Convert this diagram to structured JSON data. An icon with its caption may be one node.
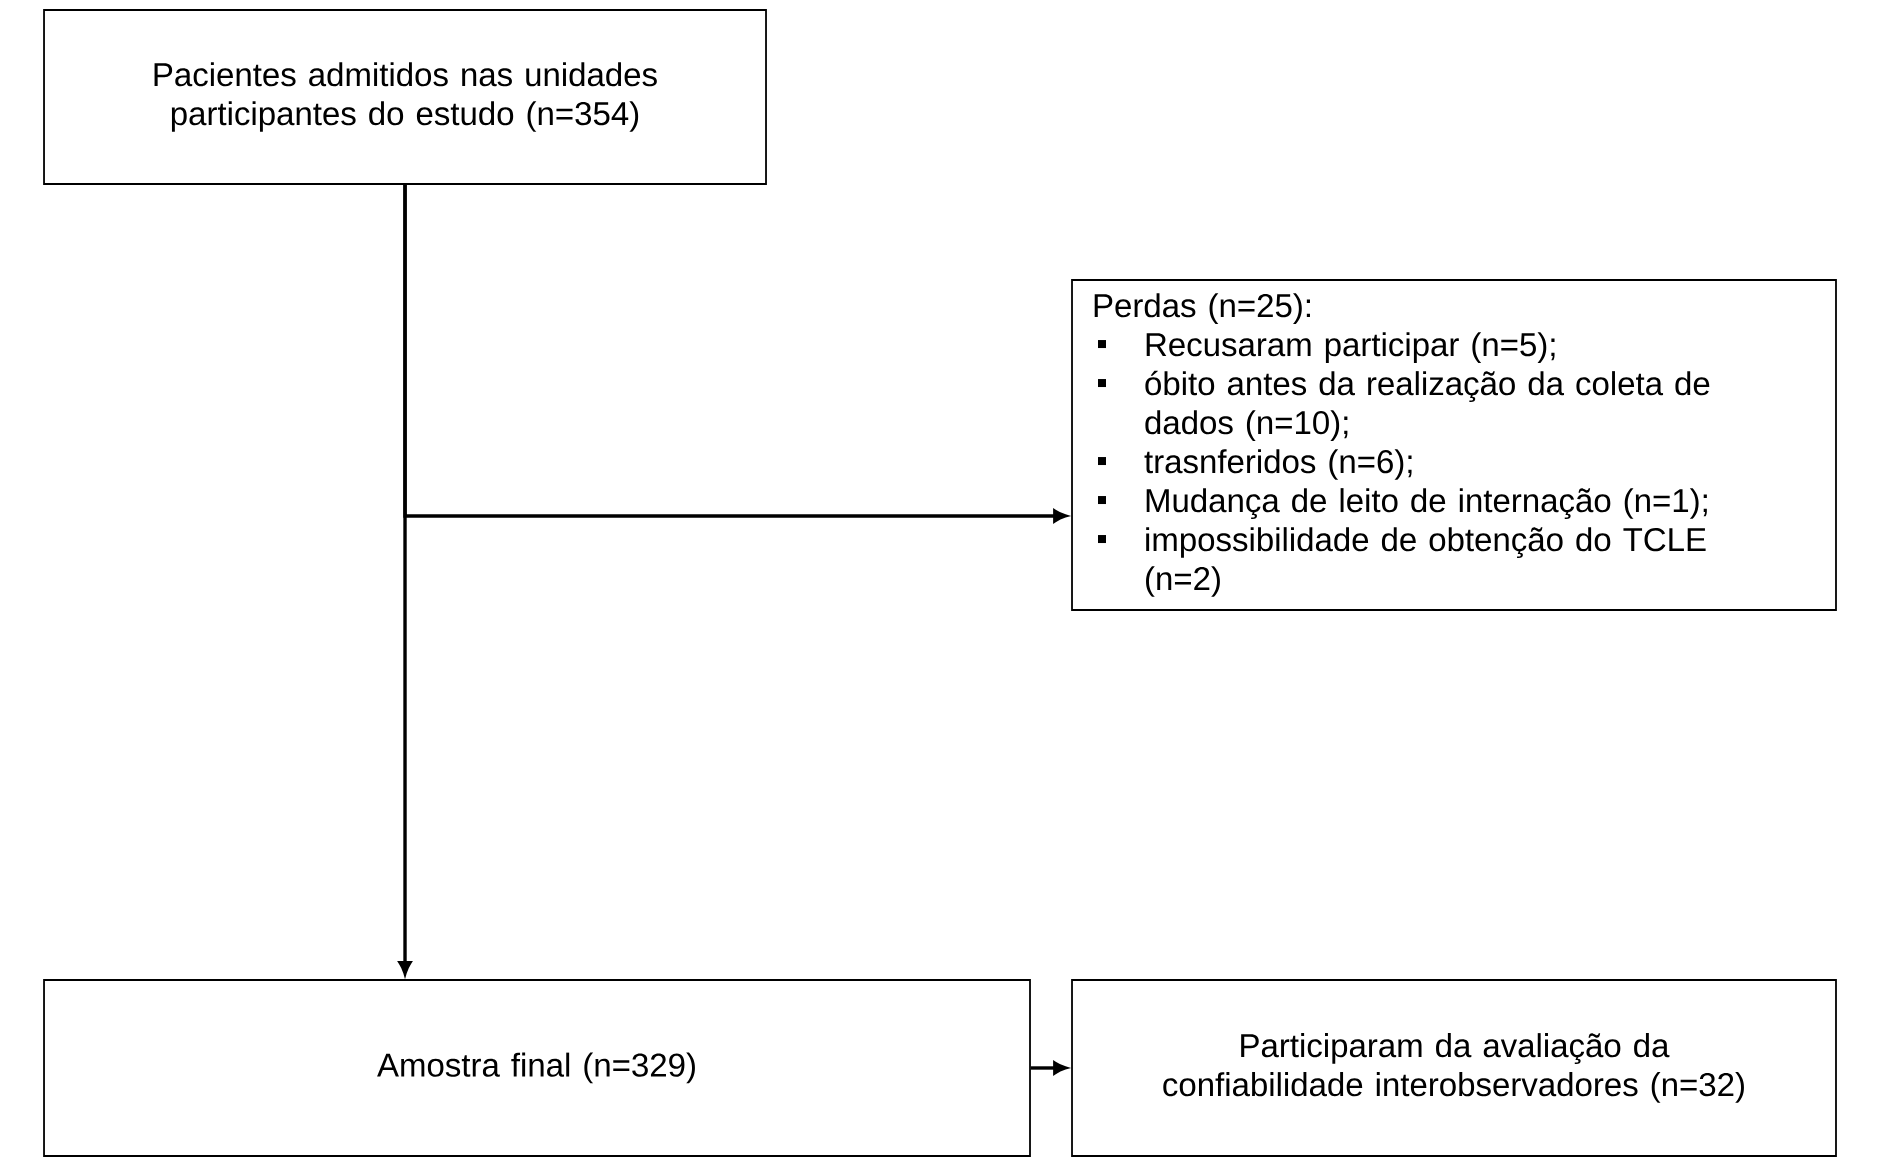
{
  "diagram": {
    "nodes": [
      {
        "text": [
          "Pacientes admitidos nas unidades participantes do estudo (n=354)"
        ]
      },
      {
        "text": [
          "Perdas (n=25):",
          "Recusaram participar (n=5);",
          "óbito antes da realização da coleta de dados (n=10);",
          "trasnferidos (n=6);",
          "Mudança de leito de internação (n=1);",
          "impossibilidade de obtenção do TCLE (n=2)"
        ]
      },
      {
        "text": [
          "Amostra final (n=329)"
        ]
      },
      {
        "text": [
          "Participaram da avaliação da confiabilidade interobservadores (n=32)"
        ]
      }
    ],
    "edges": [
      {
        "from": 0,
        "to": 2,
        "arrow": "to"
      },
      {
        "from": 0,
        "to": 1,
        "arrow": "to"
      },
      {
        "from": 2,
        "to": 3,
        "arrow": "to"
      }
    ]
  }
}
